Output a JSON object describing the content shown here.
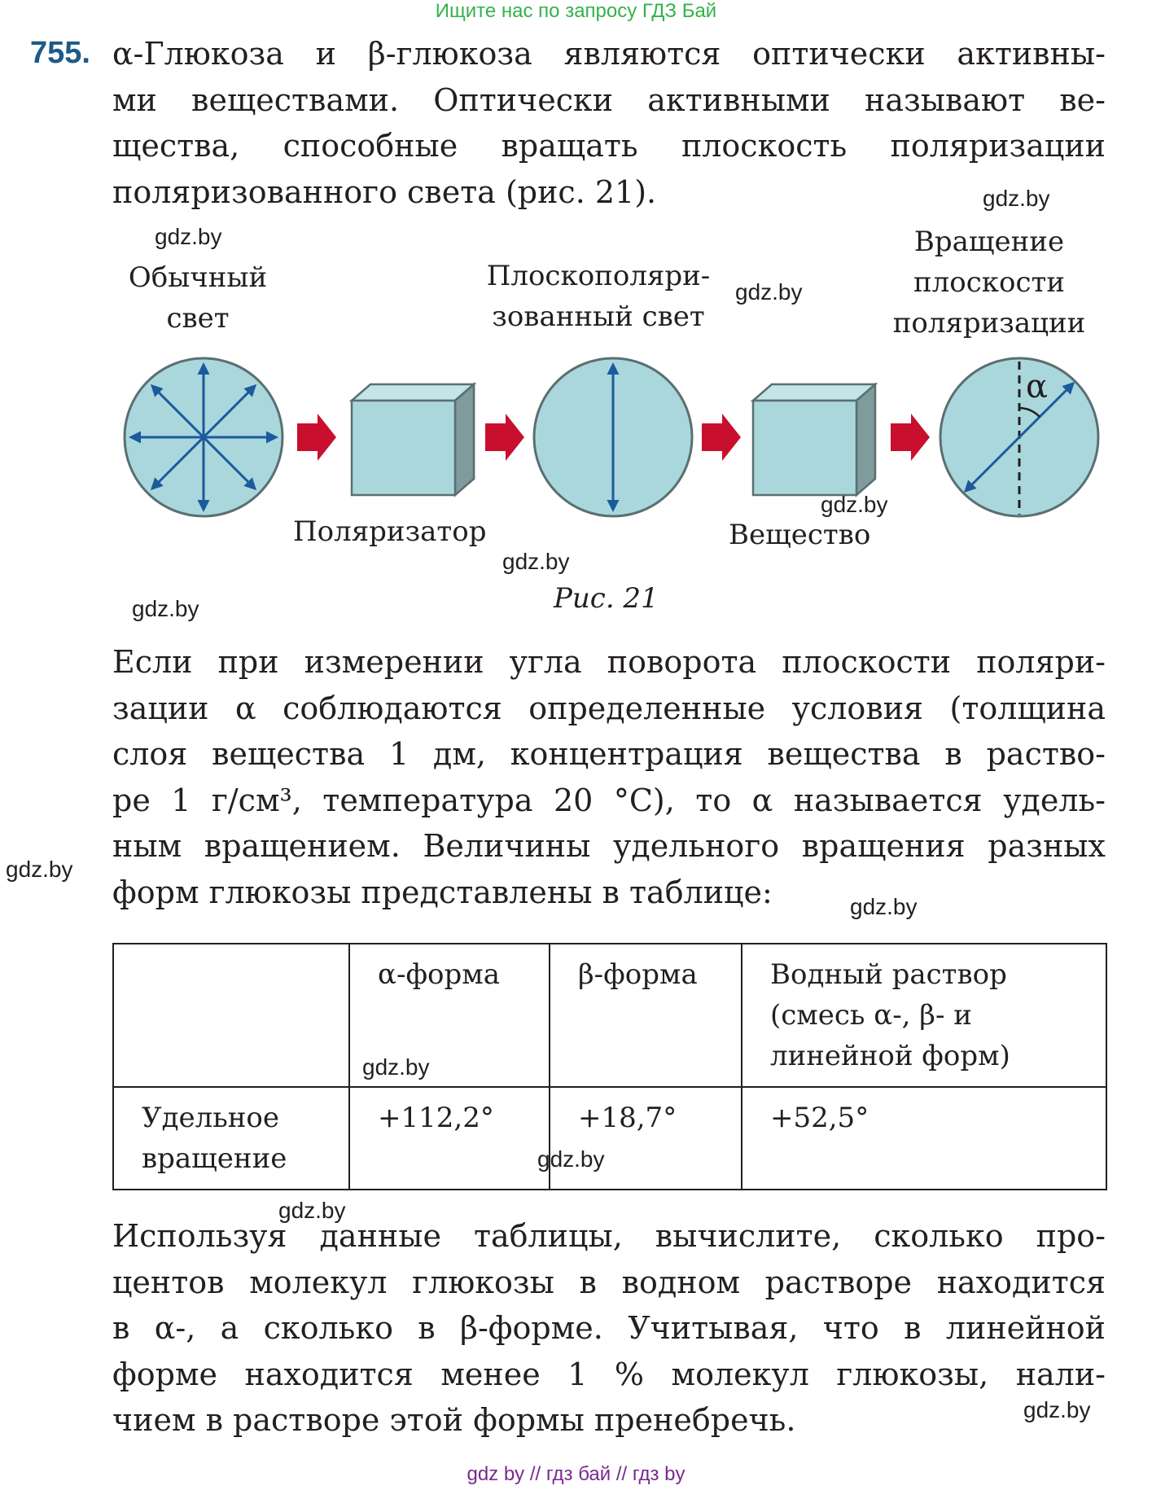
{
  "banner": "Ищите нас по запросу ГДЗ Бай",
  "problem_number": "755.",
  "intro_lines": [
    "α-Глюкоза и β-глюкоза являются оптически активны-",
    "ми веществами. Оптически активными называют ве-",
    "щества, способные вращать плоскость поляризации",
    "поляризованного света (рис. 21)."
  ],
  "figure": {
    "label_ordinary_light": [
      "Обычный",
      "свет"
    ],
    "label_plane_polarized": [
      "Плоскополяри-",
      "зованный свет"
    ],
    "label_rotation": [
      "Вращение",
      "плоскости",
      "поляризации"
    ],
    "label_polarizer": "Поляризатор",
    "label_substance": "Вещество",
    "alpha_symbol": "α",
    "caption": "Рис. 21",
    "colors": {
      "disk_fill": "#a9d7dc",
      "disk_stroke": "#5b6f70",
      "arrow_blue": "#1c5a9c",
      "red_arrow": "#c8102e"
    }
  },
  "middle_lines": [
    "Если при измерении угла поворота плоскости поляри-",
    "зации α соблюдаются определенные условия (толщина",
    "слоя вещества 1 дм, концентрация вещества в раство-",
    "ре 1 г/см³, температура 20 °С), то α называется удель-",
    "ным вращением. Величины удельного вращения разных",
    "форм глюкозы представлены в таблице:"
  ],
  "table": {
    "headers": [
      "",
      "α-форма",
      "β-форма",
      "Водный раствор (смесь α-, β- и линейной форм)"
    ],
    "header_lines_last": [
      "Водный раствор",
      "(смесь α-, β- и",
      "линейной форм)"
    ],
    "row_label_lines": [
      "Удельное",
      "вращение"
    ],
    "values": [
      "+112,2°",
      "+18,7°",
      "+52,5°"
    ]
  },
  "final_lines": [
    "Используя данные таблицы, вычислите, сколько про-",
    "центов молекул глюкозы в водном растворе находится",
    "в α-, а сколько в β-форме. Учитывая, что в линейной",
    "форме находится менее 1 % молекул глюкозы, нали-",
    "чием в растворе этой формы пренебречь."
  ],
  "watermark": "gdz.by",
  "footer": "gdz by  //  гдз бай  //  гдз by"
}
